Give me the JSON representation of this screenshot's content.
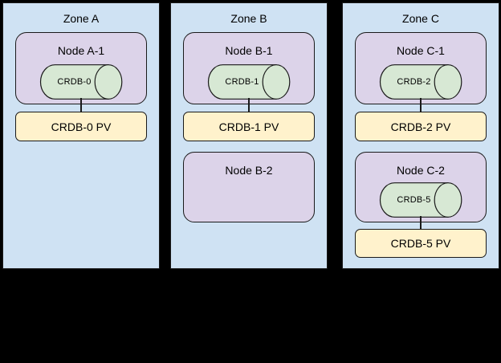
{
  "diagram": {
    "colors": {
      "canvas_bg": "#000000",
      "zone_fill": "#cfe2f3",
      "node_fill": "#dcd3e9",
      "db_fill": "#d7e8d4",
      "pv_fill": "#fff2cc",
      "border": "#1a1a1a"
    },
    "zones": [
      {
        "label": "Zone A",
        "nodes": [
          {
            "label": "Node A-1",
            "db": "CRDB-0",
            "pv": "CRDB-0 PV"
          }
        ]
      },
      {
        "label": "Zone B",
        "nodes": [
          {
            "label": "Node B-1",
            "db": "CRDB-1",
            "pv": "CRDB-1 PV"
          },
          {
            "label": "Node B-2"
          }
        ]
      },
      {
        "label": "Zone C",
        "nodes": [
          {
            "label": "Node C-1",
            "db": "CRDB-2",
            "pv": "CRDB-2 PV"
          },
          {
            "label": "Node C-2",
            "db": "CRDB-5",
            "pv": "CRDB-5 PV"
          }
        ]
      }
    ]
  }
}
